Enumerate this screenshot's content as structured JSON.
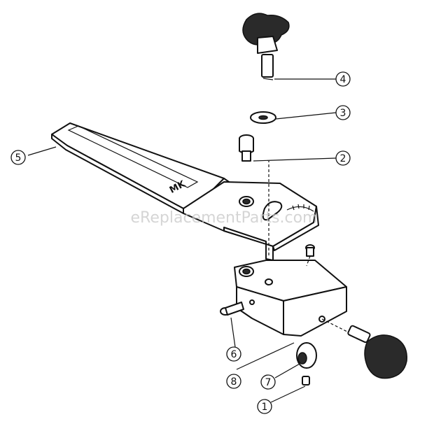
{
  "watermark": "eReplacementParts.com",
  "logo": "MK",
  "callouts": [
    {
      "id": "c1",
      "label": "1"
    },
    {
      "id": "c2",
      "label": "2"
    },
    {
      "id": "c3",
      "label": "3"
    },
    {
      "id": "c4",
      "label": "4"
    },
    {
      "id": "c5",
      "label": "5"
    },
    {
      "id": "c6",
      "label": "6"
    },
    {
      "id": "c7",
      "label": "7"
    },
    {
      "id": "c8",
      "label": "8"
    }
  ],
  "colors": {
    "ink": "#111111",
    "watermark": "#c8c8c8",
    "background": "#ffffff"
  }
}
